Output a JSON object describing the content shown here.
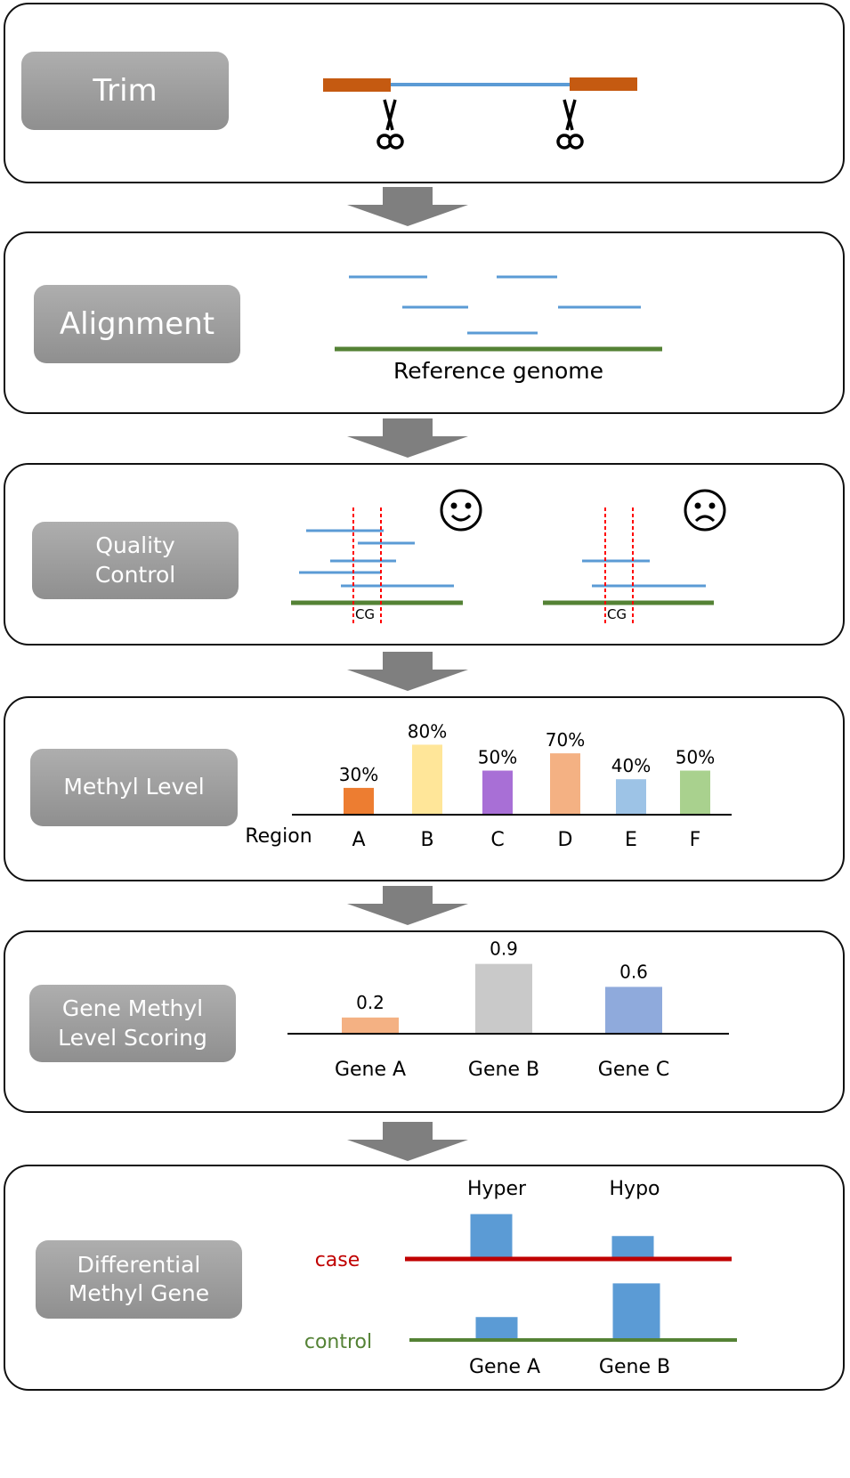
{
  "steps": [
    {
      "label": "Trim"
    },
    {
      "label": "Alignment",
      "reference_label": "Reference genome"
    },
    {
      "label": "Quality Control",
      "label_lines": [
        "Quality",
        "Control"
      ],
      "site_label": "CG",
      "good_icon": "smiley-face-icon",
      "bad_icon": "frowning-face-icon"
    },
    {
      "label": "Methyl Level",
      "axis_label": "Region"
    },
    {
      "label": "Gene Methyl Level Scoring",
      "label_lines": [
        "Gene Methyl",
        "Level Scoring"
      ]
    },
    {
      "label": "Differential Methyl Gene",
      "label_lines": [
        "Differential",
        "Methyl Gene"
      ],
      "case_label": "case",
      "control_label": "control",
      "hyper_label": "Hyper",
      "hypo_label": "Hypo",
      "genes": [
        "Gene A",
        "Gene B"
      ]
    }
  ],
  "colors": {
    "adapter": "#c55a11",
    "read": "#5b9bd5",
    "reference": "#548235",
    "cg_marker": "#ff0000",
    "case_line": "#c00000",
    "control_line": "#548235",
    "case_text": "#c00000",
    "control_text": "#548235",
    "label_box": "#a0a0a0",
    "arrow": "#7f7f7f"
  },
  "chart_data": [
    {
      "type": "bar",
      "title": "Methyl Level",
      "xlabel": "Region",
      "categories": [
        "A",
        "B",
        "C",
        "D",
        "E",
        "F"
      ],
      "values": [
        30,
        80,
        50,
        70,
        40,
        50
      ],
      "value_labels": [
        "30%",
        "80%",
        "50%",
        "70%",
        "40%",
        "50%"
      ],
      "colors": [
        "#ed7d31",
        "#ffe699",
        "#a86fd6",
        "#f4b183",
        "#9dc3e6",
        "#a9d18e"
      ],
      "ylim": [
        0,
        100
      ]
    },
    {
      "type": "bar",
      "title": "Gene Methyl Level Scoring",
      "categories": [
        "Gene A",
        "Gene B",
        "Gene C"
      ],
      "values": [
        0.2,
        0.9,
        0.6
      ],
      "value_labels": [
        "0.2",
        "0.9",
        "0.6"
      ],
      "colors": [
        "#f4b183",
        "#c9c9c9",
        "#8faadc"
      ],
      "ylim": [
        0,
        1
      ]
    },
    {
      "type": "bar",
      "title": "Differential Methyl Gene",
      "categories": [
        "Gene A",
        "Gene B"
      ],
      "series": [
        {
          "name": "case",
          "values": [
            0.55,
            0.27
          ]
        },
        {
          "name": "control",
          "values": [
            0.27,
            0.7
          ]
        }
      ],
      "annotations": [
        "Hyper",
        "Hypo"
      ],
      "colors": [
        "#5b9bd5"
      ]
    }
  ]
}
